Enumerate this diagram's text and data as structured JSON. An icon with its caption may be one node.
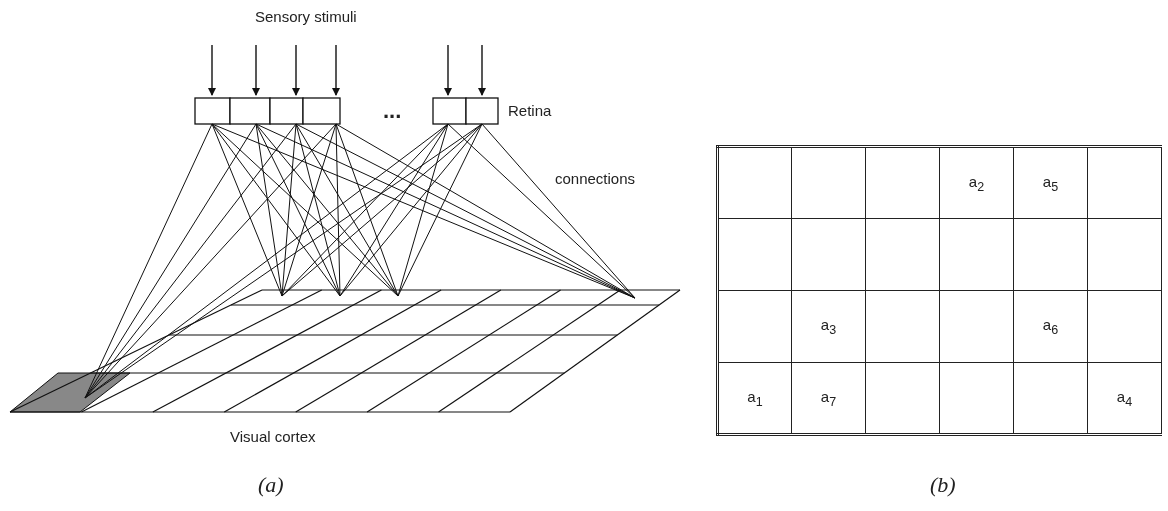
{
  "diagram": {
    "labels": [
      "Sensory stimuli",
      "Retina",
      "...",
      "connections",
      "Visual cortex",
      "(a)",
      "a$_{2}$",
      "a$_{5}$",
      "a$_{3}$",
      "a$_{6}$",
      "a$_{1}$",
      "a$_{7}$",
      "a$_{4}$",
      "(b)"
    ]
  }
}
